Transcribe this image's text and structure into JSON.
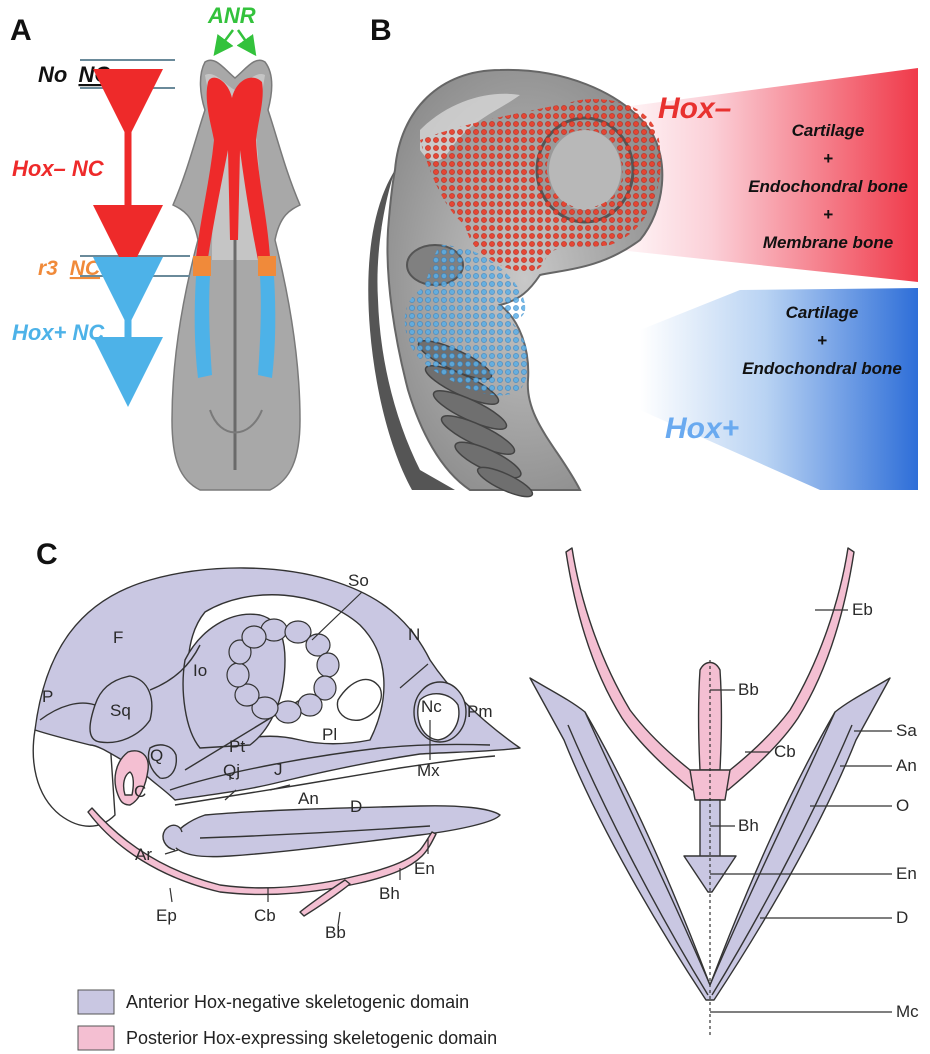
{
  "panels": {
    "a": "A",
    "b": "B",
    "c": "C"
  },
  "panel_a": {
    "anr": "ANR",
    "no_nc_1": "No",
    "no_nc_2": "NC",
    "hoxneg_nc": "Hox– NC",
    "r3_1": "r3",
    "r3_2": "NC",
    "hoxpos_nc": "Hox+ NC",
    "colors": {
      "red": "#ee2a2a",
      "orange": "#f08a3a",
      "blue": "#4db2e8",
      "green": "#33c23c"
    }
  },
  "panel_b": {
    "hoxneg": "Hox–",
    "neg_l1": "Cartilage",
    "neg_l2": "+",
    "neg_l3": "Endochondral bone",
    "neg_l4": "+",
    "neg_l5": "Membrane bone",
    "pos_l1": "Cartilage",
    "pos_l2": "+",
    "pos_l3": "Endochondral bone",
    "hoxpos": "Hox+"
  },
  "skull_labels": {
    "So": "So",
    "F": "F",
    "P": "P",
    "Sq": "Sq",
    "Io": "Io",
    "N": "N",
    "Nc": "Nc",
    "Pm": "Pm",
    "Pl": "Pl",
    "Pt": "Pt",
    "Q": "Q",
    "Qj": "Qj",
    "J": "J",
    "Mx": "Mx",
    "C": "C",
    "Ar": "Ar",
    "An": "An",
    "D": "D",
    "En": "En",
    "Bh": "Bh",
    "Ep": "Ep",
    "Cb": "Cb",
    "Bb": "Bb"
  },
  "jaw_labels": {
    "Eb": "Eb",
    "Bb": "Bb",
    "Cb": "Cb",
    "Bh": "Bh",
    "Sa": "Sa",
    "An": "An",
    "O": "O",
    "En": "En",
    "D": "D",
    "Mc": "Mc"
  },
  "legend": {
    "items": [
      {
        "label": "Anterior Hox-negative skeletogenic domain",
        "color": "#c9c7e2"
      },
      {
        "label": "Posterior Hox-expressing skeletogenic domain",
        "color": "#f4bfd2"
      }
    ]
  }
}
